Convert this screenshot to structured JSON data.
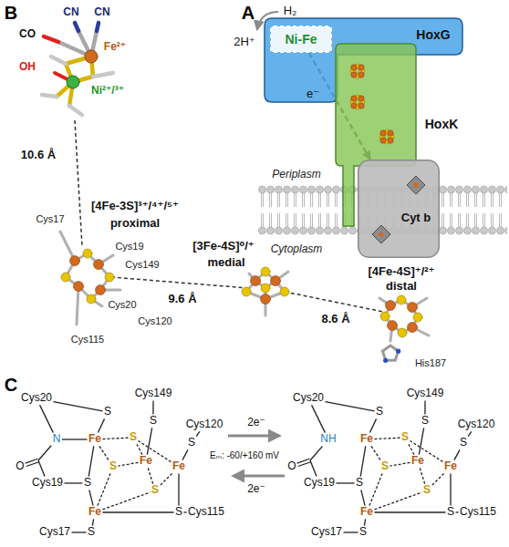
{
  "diagram": {
    "nodes": [
      {
        "text": [
          "HoxG"
        ]
      },
      {
        "text": [
          "Ni-Fe"
        ],
        "in": 0
      },
      {
        "text": [
          "HoxK"
        ]
      },
      {
        "text": [
          "Cyt b"
        ]
      }
    ],
    "edges": [
      {
        "from": 1,
        "to": 3,
        "arrow": "to"
      }
    ],
    "labels": [
      "B",
      "A",
      "H₂",
      "2H⁺",
      "CO",
      "CN",
      "CN",
      "Fe²⁺",
      "OH",
      "Ni²⁺/³⁺",
      "e⁻",
      "Periplasm",
      "Cytoplasm",
      "10.6 Å",
      "[4Fe-3S]³⁺/⁴⁺/⁵⁺",
      "proximal",
      "Cys17",
      "Cys19",
      "Cys149",
      "9.6 Å",
      "[3Fe-4S]⁰/⁺",
      "medial",
      "8.6 Å",
      "[4Fe-4S]⁺/²⁺",
      "distal",
      "Cys20",
      "Cys120",
      "Cys115",
      "His187",
      "C",
      "Cys20",
      "N",
      "S",
      "O",
      "Fe",
      "Cys19",
      "S",
      "S",
      "Cys149",
      "S",
      "S",
      "Fe",
      "Cys120",
      "S",
      "Fe",
      "S",
      "S",
      "Cys115",
      "Fe",
      "S",
      "Cys17",
      "2e⁻",
      "Eₘ: -60/+160 mV",
      "2e⁻",
      "Cys20",
      "NH",
      "S",
      "O",
      "Fe",
      "Cys19",
      "S",
      "S",
      "Cys149",
      "S",
      "S",
      "Fe",
      "Cys120",
      "S",
      "Fe",
      "S",
      "S",
      "Cys115",
      "Fe",
      "S",
      "Cys17"
    ]
  }
}
